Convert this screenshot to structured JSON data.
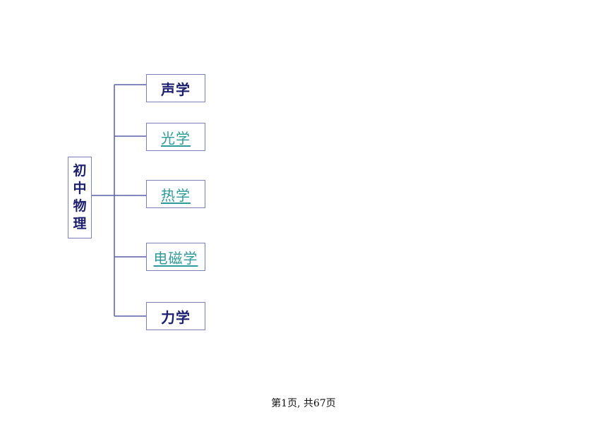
{
  "diagram": {
    "root": {
      "chars": [
        "初",
        "中",
        "物",
        "理"
      ]
    },
    "branches": [
      {
        "label": "声学",
        "link": false
      },
      {
        "label": "光学",
        "link": true
      },
      {
        "label": "热学",
        "link": true
      },
      {
        "label": "电磁学",
        "link": true
      },
      {
        "label": "力学",
        "link": false
      }
    ]
  },
  "colors": {
    "line": "#5a5ea6",
    "text": "#1b1f6e",
    "link": "#2e9a9a"
  },
  "footer": {
    "page_indicator": "第1页, 共67页"
  }
}
